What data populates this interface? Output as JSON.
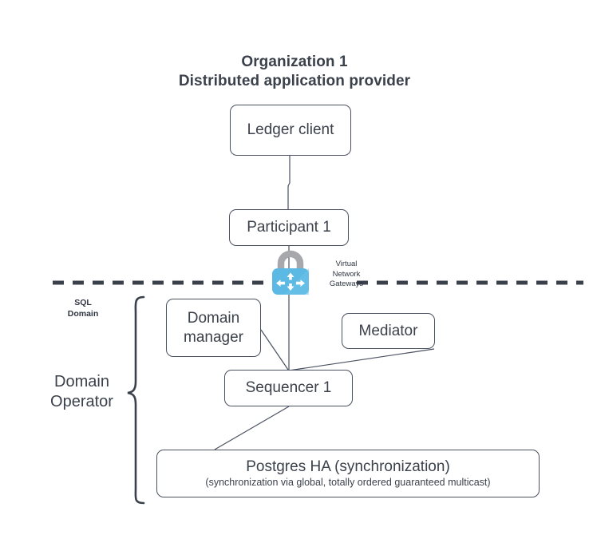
{
  "diagram": {
    "title": {
      "line1": "Organization 1",
      "line2": "Distributed application provider"
    },
    "accent_color": "#5bb9e4",
    "line_color": "#4a5160",
    "text_color": "#3b414b",
    "nodes": [
      {
        "id": "ledger-client",
        "line1": "Ledger client",
        "line2": ""
      },
      {
        "id": "participant-1",
        "line1": "Participant 1",
        "line2": ""
      },
      {
        "id": "domain-manager",
        "line1": "Domain",
        "line2": "manager"
      },
      {
        "id": "mediator",
        "line1": "Mediator",
        "line2": ""
      },
      {
        "id": "sequencer-1",
        "line1": "Sequencer 1",
        "line2": ""
      },
      {
        "id": "postgres",
        "line1": "Postgres HA (synchronization)",
        "line2": "(synchronization via global, totally ordered guaranteed multicast)"
      }
    ],
    "gateway": {
      "icon": "padlock-network-gateway-icon",
      "label_line1": "Virtual",
      "label_line2": "Network",
      "label_line3": "Gateways"
    },
    "sql_domain": {
      "line1": "SQL",
      "line2": "Domain"
    },
    "domain_operator": {
      "line1": "Domain",
      "line2": "Operator"
    }
  }
}
